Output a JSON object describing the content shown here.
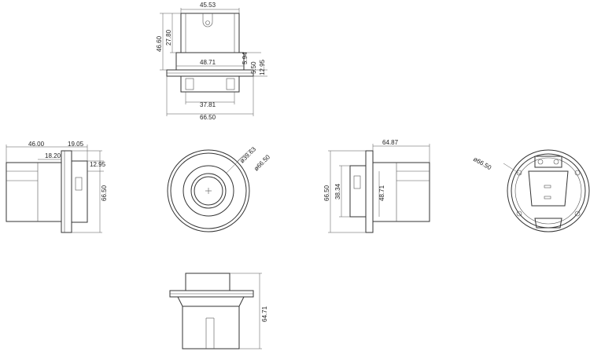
{
  "views": {
    "top": {
      "dims": {
        "top_width": "45.53",
        "overall_height": "46.60",
        "body_height": "27.80",
        "flange_width": "48.71",
        "flange_a": "5.94",
        "flange_b": "5.50",
        "flange_c": "12.95",
        "base_width": "37.81",
        "overall_width": "66.50"
      }
    },
    "left": {
      "dims": {
        "depth": "46.00",
        "flange_depth": "19.05",
        "inner": "18.20",
        "flange_thk": "12.95",
        "height": "66.50"
      }
    },
    "front": {
      "dims": {
        "inner_dia": "ø39.63",
        "outer_dia": "ø66.50"
      }
    },
    "right": {
      "dims": {
        "depth": "64.87",
        "height": "66.50",
        "inner_a": "38.34",
        "inner_b": "48.71"
      }
    },
    "back": {
      "dims": {
        "outer_dia": "ø66.50"
      }
    },
    "bottom": {
      "dims": {
        "height": "64.71"
      }
    }
  }
}
